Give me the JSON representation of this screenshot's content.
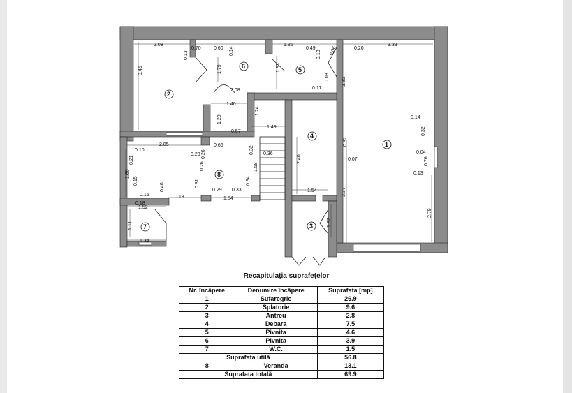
{
  "plan": {
    "rooms": [
      {
        "num": "1"
      },
      {
        "num": "2"
      },
      {
        "num": "3"
      },
      {
        "num": "4"
      },
      {
        "num": "5"
      },
      {
        "num": "6"
      },
      {
        "num": "7"
      },
      {
        "num": "8"
      }
    ],
    "dims": [
      "2.09",
      "0.13",
      "0.70",
      "0.60",
      "0.14",
      "1.85",
      "0.49",
      "0.13",
      "0.06",
      "0.20",
      "3.33",
      "3.45",
      "1.79",
      "1.93",
      "0.08",
      "0.11",
      "3.85",
      "2.08",
      "1.40",
      "1.20",
      "1.24",
      "0.57",
      "1.49",
      "0.14",
      "0.32",
      "0.04",
      "0.76",
      "0.13",
      "0.10",
      "2.85",
      "0.66",
      "0.21",
      "0.23",
      "0.26",
      "0.26",
      "0.32",
      "0.36",
      "2.40",
      "0.32",
      "0.07",
      "1.58",
      "1.86",
      "0.15",
      "0.15",
      "0.40",
      "0.31",
      "0.29",
      "0.33",
      "0.34",
      "1.54",
      "3.37",
      "0.18",
      "0.18",
      "1.52",
      "1.54",
      "2.79",
      "1.11",
      "1.82",
      "1.34"
    ]
  },
  "summary": {
    "title": "Recapitulația suprafețelor",
    "headers": {
      "num": "Nr. încăpere",
      "name": "Denumire încăpere",
      "area": "Suprafața [mp]"
    },
    "rows": [
      {
        "num": "1",
        "name": "Sufaregrie",
        "area": "26.9"
      },
      {
        "num": "2",
        "name": "Splatorie",
        "area": "9.6"
      },
      {
        "num": "3",
        "name": "Antreu",
        "area": "2.8"
      },
      {
        "num": "4",
        "name": "Debara",
        "area": "7.5"
      },
      {
        "num": "5",
        "name": "Pivnita",
        "area": "4.6"
      },
      {
        "num": "6",
        "name": "Pivnita",
        "area": "3.9"
      },
      {
        "num": "7",
        "name": "W.C.",
        "area": "1.5"
      }
    ],
    "util": {
      "label": "Suprafața utilă",
      "area": "56.8"
    },
    "veranda": {
      "num": "8",
      "name": "Veranda",
      "area": "13.1"
    },
    "total": {
      "label": "Suprafața totală",
      "area": "69.9"
    }
  }
}
